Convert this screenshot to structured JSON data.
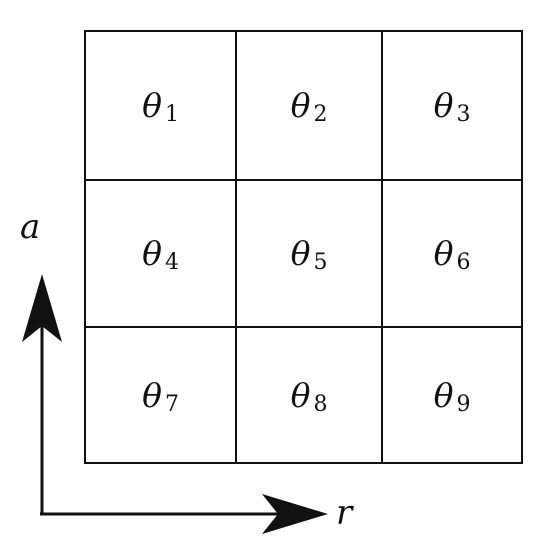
{
  "grid": {
    "cells": [
      {
        "symbol": "θ",
        "sub": "1"
      },
      {
        "symbol": "θ",
        "sub": "2"
      },
      {
        "symbol": "θ",
        "sub": "3"
      },
      {
        "symbol": "θ",
        "sub": "4"
      },
      {
        "symbol": "θ",
        "sub": "5"
      },
      {
        "symbol": "θ",
        "sub": "6"
      },
      {
        "symbol": "θ",
        "sub": "7"
      },
      {
        "symbol": "θ",
        "sub": "8"
      },
      {
        "symbol": "θ",
        "sub": "9"
      }
    ]
  },
  "axes": {
    "vertical_label": "a",
    "horizontal_label": "r"
  }
}
